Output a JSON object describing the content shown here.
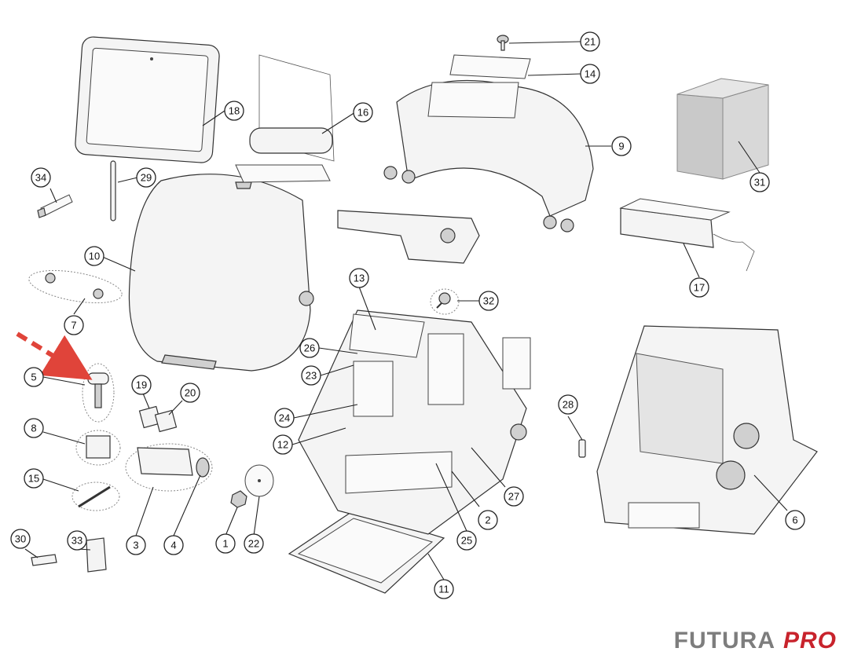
{
  "brand": {
    "main": "FUTURA",
    "accent": "PRO"
  },
  "colors": {
    "arrow": "#e0443a",
    "brand_gray": "#7d7d7d",
    "brand_red": "#c8232c"
  },
  "callouts": [
    "1",
    "2",
    "3",
    "4",
    "5",
    "6",
    "7",
    "8",
    "9",
    "10",
    "11",
    "12",
    "13",
    "14",
    "15",
    "16",
    "17",
    "18",
    "19",
    "20",
    "21",
    "22",
    "23",
    "24",
    "25",
    "26",
    "27",
    "28",
    "29",
    "30",
    "31",
    "32",
    "33",
    "34"
  ]
}
